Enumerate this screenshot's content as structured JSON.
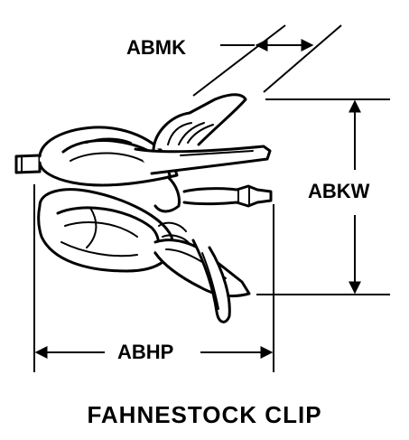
{
  "diagram": {
    "dimensions": {
      "abmk": "ABMK",
      "abkw": "ABKW",
      "abhp": "ABHP"
    },
    "caption": "FAHNESTOCK CLIP"
  }
}
